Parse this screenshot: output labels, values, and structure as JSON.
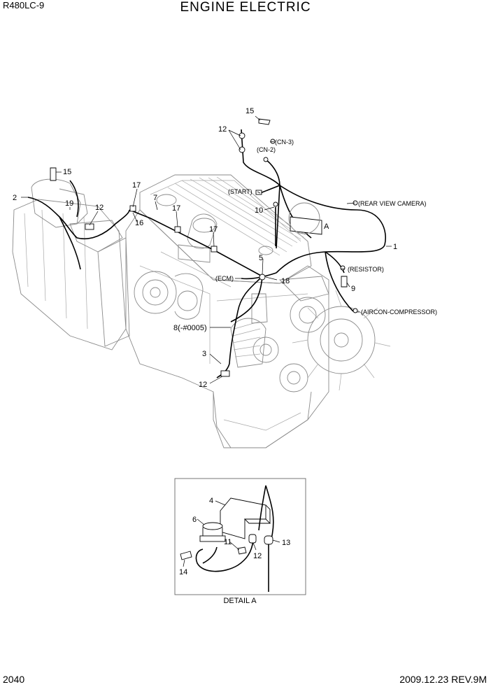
{
  "header": {
    "model": "R480LC-9",
    "title": "ENGINE  ELECTRIC"
  },
  "footer": {
    "page_number": "2040",
    "revision": "2009.12.23  REV.9M"
  },
  "callouts": {
    "c1": "1",
    "c2": "2",
    "c3": "3",
    "c5": "5",
    "c7": "7",
    "c8": "8(-#0005)",
    "c9": "9",
    "c10": "10",
    "c12a": "12",
    "c12b": "12",
    "c12c": "12",
    "c15a": "15",
    "c15b": "15",
    "c16": "16",
    "c17a": "17",
    "c17b": "17",
    "c17c": "17",
    "c18": "18",
    "c19": "19",
    "cA": "A"
  },
  "connectors": {
    "cn3": "(CN-3)",
    "cn2": "(CN-2)",
    "start": "(START)",
    "camera": "(REAR VIEW CAMERA)",
    "resistor": "(RESISTOR)",
    "ecm": "(ECM)",
    "aircon": "(AIRCON-COMPRESSOR)"
  },
  "detail": {
    "label": "DETAIL A",
    "c4": "4",
    "c6": "6",
    "c11": "11",
    "c12": "12",
    "c13": "13",
    "c14": "14"
  },
  "colors": {
    "wire": "#000000",
    "engine_outline": "#8a8a8a"
  }
}
